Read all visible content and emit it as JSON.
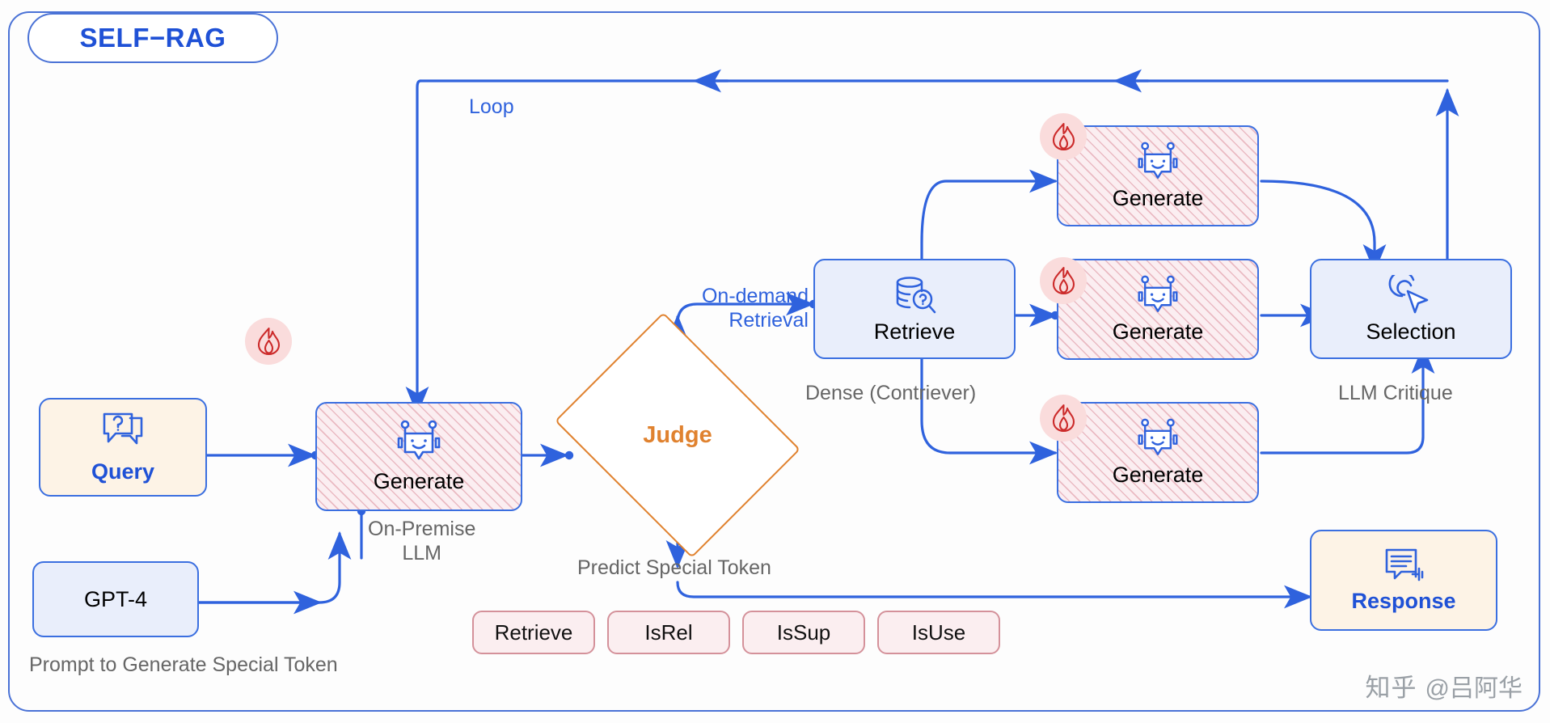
{
  "diagram": {
    "title": "SELF−RAG",
    "nodes": {
      "query": {
        "label": "Query",
        "icon": "question-speech-bubble-icon"
      },
      "gpt4": {
        "label": "GPT-4"
      },
      "generate_main": {
        "label": "Generate",
        "icon": "robot-icon",
        "badge": "fire-icon"
      },
      "judge": {
        "label": "Judge"
      },
      "retrieve": {
        "label": "Retrieve",
        "icon": "database-search-icon"
      },
      "generate_top": {
        "label": "Generate",
        "icon": "robot-icon",
        "badge": "fire-icon"
      },
      "generate_mid": {
        "label": "Generate",
        "icon": "robot-icon",
        "badge": "fire-icon"
      },
      "generate_bot": {
        "label": "Generate",
        "icon": "robot-icon",
        "badge": "fire-icon"
      },
      "selection": {
        "label": "Selection",
        "icon": "cursor-click-icon"
      },
      "response": {
        "label": "Response",
        "icon": "document-lines-icon"
      }
    },
    "captions": {
      "on_premise_llm": "On-Premise\nLLM",
      "prompt_to_generate": "Prompt to Generate Special Token",
      "dense_contriever": "Dense (Contriever)",
      "llm_critique": "LLM Critique",
      "predict_special_token": "Predict Special Token"
    },
    "edge_labels": {
      "loop": "Loop",
      "on_demand_retrieval": "On-demand\nRetrieval"
    },
    "special_tokens": [
      {
        "label": "Retrieve"
      },
      {
        "label": "IsRel"
      },
      {
        "label": "IsSup"
      },
      {
        "label": "IsUse"
      }
    ],
    "watermark": {
      "logo": "知乎",
      "handle": "@吕阿华"
    },
    "colors": {
      "frame_blue": "#4a72d6",
      "accent_blue": "#1f51d6",
      "wire_blue": "#2f62dd",
      "judge_orange": "#e0822f",
      "hatch_pink": "#fbeef1",
      "cream": "#fdf3e6",
      "light_blue": "#e9eefb",
      "token_pink": "#fbeef0",
      "token_border": "#d4919a",
      "caption_grey": "#666666",
      "fire_badge": "#fadcdc"
    }
  }
}
